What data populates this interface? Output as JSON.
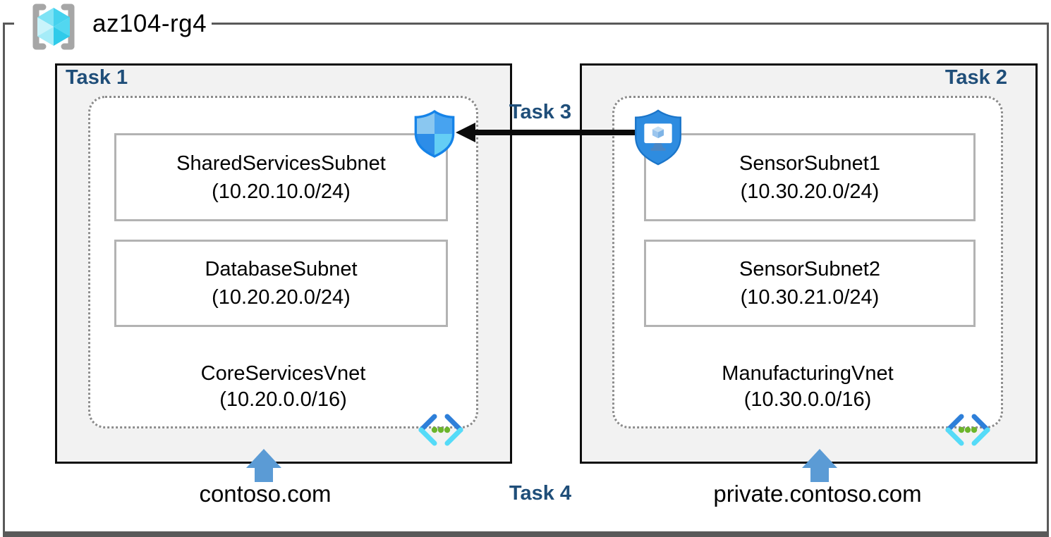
{
  "header": {
    "resource_group_name": "az104-rg4"
  },
  "vnets": [
    {
      "task_label": "Task 1",
      "name": "CoreServicesVnet",
      "cidr": "(10.20.0.0/16)",
      "dns_label": "contoso.com",
      "subnets": [
        {
          "name": "SharedServicesSubnet",
          "cidr": "(10.20.10.0/24)"
        },
        {
          "name": "DatabaseSubnet",
          "cidr": "(10.20.20.0/24)"
        }
      ]
    },
    {
      "task_label": "Task 2",
      "name": "ManufacturingVnet",
      "cidr": "(10.30.0.0/16)",
      "dns_label": "private.contoso.com",
      "subnets": [
        {
          "name": "SensorSubnet1",
          "cidr": "(10.30.20.0/24)"
        },
        {
          "name": "SensorSubnet2",
          "cidr": "(10.30.21.0/24)"
        }
      ]
    }
  ],
  "annotations": {
    "task3_label": "Task 3",
    "task4_label": "Task 4"
  },
  "icons": {
    "resource_group": "azure-resource-group-icon",
    "nsg": "network-security-group-shield-icon",
    "bastion": "bastion-shield-monitor-icon",
    "vnet": "virtual-network-chevrons-icon"
  },
  "colors": {
    "task_label": "#1F4E79",
    "frame": "#595959",
    "task_box_fill": "#F2F2F2",
    "task_box_border": "#0D0D0D",
    "dotted_border": "#8C8C8C",
    "subnet_border": "#B3B3B3",
    "dns_arrow_blue": "#5B9BD5",
    "peering_arrow": "#0A0A0A",
    "nsg_blue": "#1583E8",
    "bastion_blue": "#2E8CE0",
    "vnet_chevron_dark": "#2E7FD9",
    "vnet_chevron_cyan": "#55DBF8",
    "vnet_dots_green": "#6CB52C",
    "cube_cyan": "#45D2EE",
    "bracket_gray": "#A6A6A6"
  }
}
